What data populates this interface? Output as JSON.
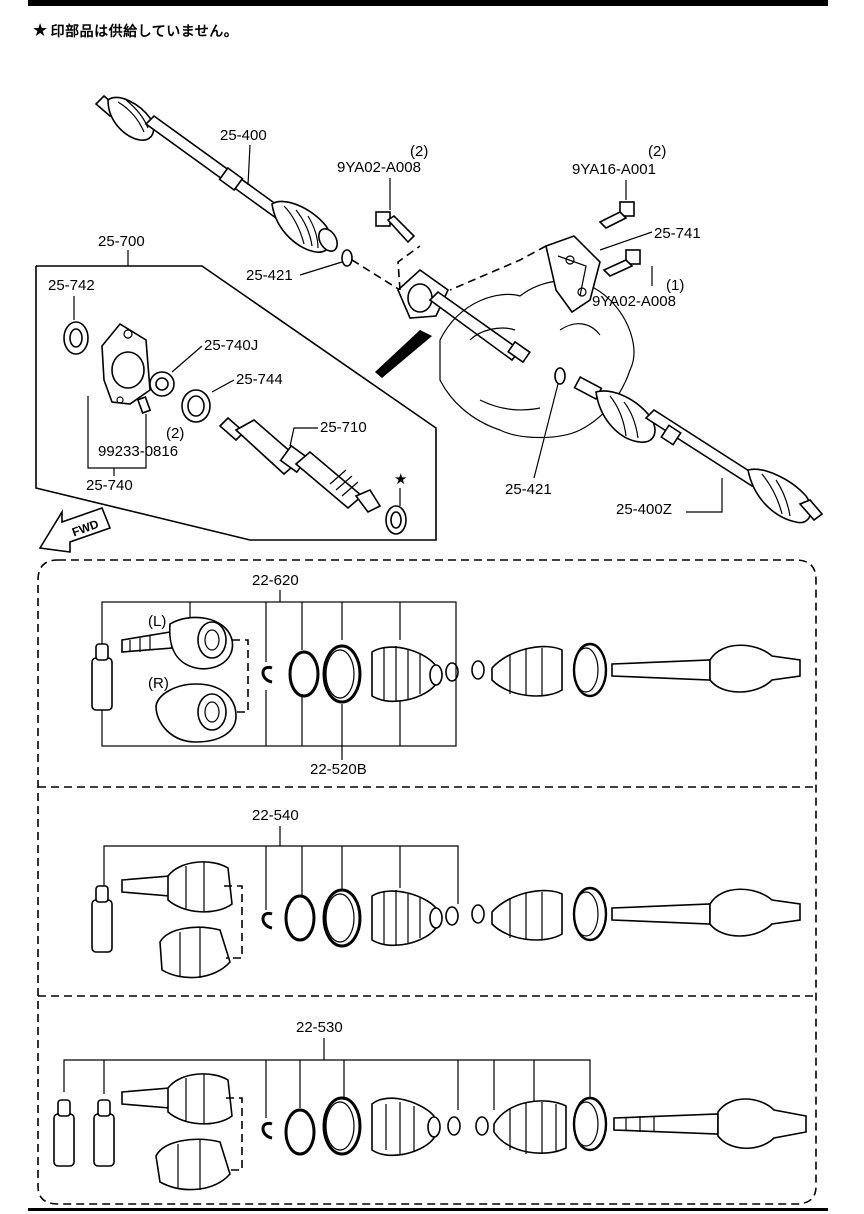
{
  "header_note": {
    "star": "★",
    "text": "印部品は供給していません。"
  },
  "labels": {
    "p25_400": "25-400",
    "p25_400z": "25-400Z",
    "bolt_a_qty": "(2)",
    "bolt_a": "9YA02-A008",
    "bolt_b_qty": "(2)",
    "bolt_b": "9YA16-A001",
    "bracket": "25-741",
    "bolt_c_qty": "(1)",
    "bolt_c": "9YA02-A008",
    "clip_left": "25-421",
    "clip_right": "25-421",
    "p25_700": "25-700",
    "p25_742": "25-742",
    "p25_740j": "25-740J",
    "p25_744": "25-744",
    "pin_qty": "(2)",
    "pin": "99233-0816",
    "p25_740": "25-740",
    "p25_710": "25-710",
    "star_mark": "★",
    "fwd": "FWD",
    "set1": "22-620",
    "side_l": "(L)",
    "side_r": "(R)",
    "set1_sub": "22-520B",
    "set2": "22-540",
    "set3": "22-530"
  },
  "colors": {
    "ink": "#000000",
    "paper": "#ffffff"
  }
}
